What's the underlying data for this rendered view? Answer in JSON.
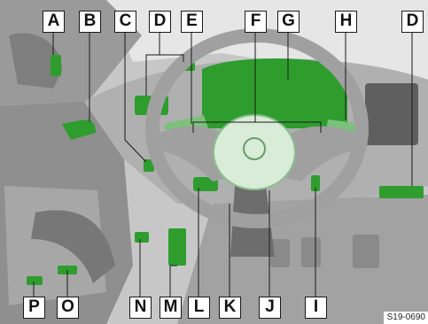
{
  "figure": {
    "code": "S19-0690",
    "highlight_color": "#2e9d2e"
  },
  "labels": {
    "A": "A",
    "B": "B",
    "C": "C",
    "D_left": "D",
    "E": "E",
    "F": "F",
    "G": "G",
    "H": "H",
    "D_right": "D",
    "P": "P",
    "O": "O",
    "N": "N",
    "M": "M",
    "L": "L",
    "K": "K",
    "J": "J",
    "I": "I"
  }
}
